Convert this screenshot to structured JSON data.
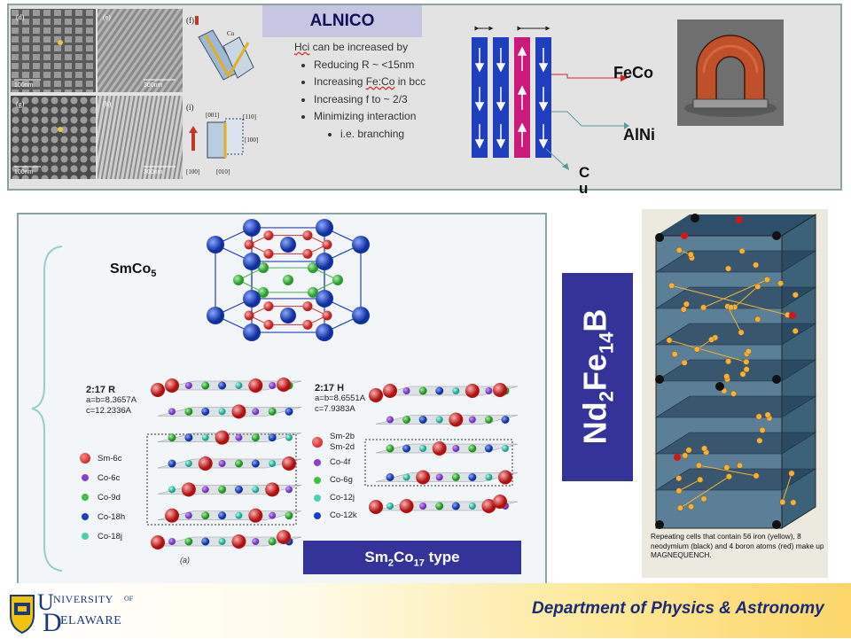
{
  "alnico": {
    "title": "ALNICO",
    "intro_prefix": "",
    "intro_hci": "Hci",
    "intro_rest": " can be increased by",
    "bullets": [
      "Reducing R ~ <15nm",
      "Increasing Fe:Co in bcc",
      "Increasing f to ~ 2/3",
      "Minimizing interaction"
    ],
    "sub_bullet": "i.e. branching",
    "bullet2_pre": "Increasing ",
    "bullet2_squig": "Fe:Co",
    "bullet2_post": " in bcc",
    "labels": {
      "feco": "FeCo",
      "alni": "AlNi",
      "cu": "Cu"
    },
    "micro_labels": {
      "d": "(d)",
      "e": "(e)",
      "g": "(g)",
      "h": "(h)",
      "f": "(f)",
      "i": "(i)",
      "scale_100": "100nm",
      "scale_300": "300nm",
      "cu": "Cu"
    },
    "axes_labels": {
      "a001": "[001]",
      "a110": "[110]",
      "a100r": "[100]",
      "a100b": "[100]",
      "a010": "[010]"
    }
  },
  "smco": {
    "smco5_label": "SmCo",
    "smco5_sub": "5",
    "r_params": {
      "header": "2:17 R",
      "a": "a=b=8.3657A",
      "c": "c=12.2336A"
    },
    "h_params": {
      "header": "2:17 H",
      "a": "a=b=8.6551A",
      "c": "c=7.9383A"
    },
    "r_legend": [
      "Sm-6c",
      "Co-6c",
      "Co-9d",
      "Co-18h",
      "Co-18j"
    ],
    "h_legend": [
      "Sm-2b",
      "Sm-2d",
      "Co-4f",
      "Co-6g",
      "Co-12j",
      "Co-12k"
    ],
    "sub_a": "(a)",
    "sm2co17_pre": "Sm",
    "sm2co17_s1": "2",
    "sm2co17_mid": "Co",
    "sm2co17_s2": "17",
    "sm2co17_post": " type"
  },
  "ndfeb": {
    "nd": "Nd",
    "s1": "2",
    "fe": "Fe",
    "s2": "14",
    "b": "B",
    "caption": "Repeating cells that contain 56 iron (yellow), 8 neodymium (black) and 4 boron atoms (red) make up MAGNEQUENCH."
  },
  "footer": {
    "department": "Department of Physics & Astronomy",
    "logo_u": "U",
    "logo_niversity": "NIVERSITY",
    "logo_of": "OF",
    "logo_d": "D",
    "logo_elaware": "ELAWARE"
  },
  "colors": {
    "panel_border": "#8aa3a3",
    "navy_box": "#333399",
    "rod_blue": "#1f3fbf",
    "rod_magenta": "#cc1a7a",
    "dept_text": "#1a2a77",
    "ud_blue": "#1a3a7a"
  }
}
